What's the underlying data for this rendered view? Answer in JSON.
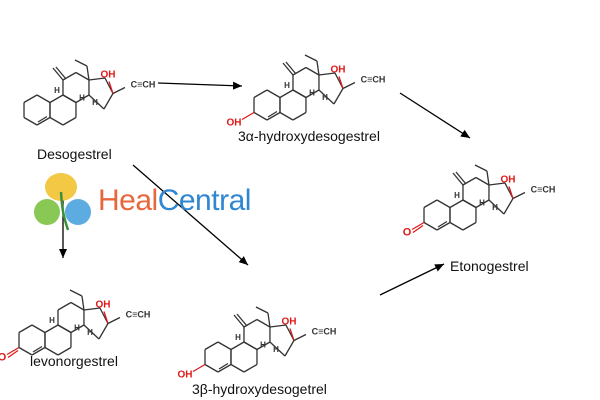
{
  "molecules": [
    {
      "id": "desogestrel",
      "label": "Desogestrel"
    },
    {
      "id": "hydroxy-3a",
      "label": "3α-hydroxydesogestrel"
    },
    {
      "id": "etonogestrel",
      "label": "Etonogestrel"
    },
    {
      "id": "levonorgestrel",
      "label": "levonorgestrel"
    },
    {
      "id": "hydroxy-3b",
      "label": "3β-hydroxydesogetrel"
    }
  ],
  "atom_labels": {
    "hydroxyl": "OH",
    "oxygen": "O",
    "alkyne": "C≡CH"
  },
  "watermark": {
    "part1": "Heal",
    "part2": "Central",
    "color1": "#e8663c",
    "color2": "#2f86d1",
    "leaf_yellow": "#f2c230",
    "leaf_green": "#7cc242",
    "leaf_blue": "#4aa3df"
  },
  "colors": {
    "bond": "#333333",
    "heteroatom": "#e01818"
  }
}
